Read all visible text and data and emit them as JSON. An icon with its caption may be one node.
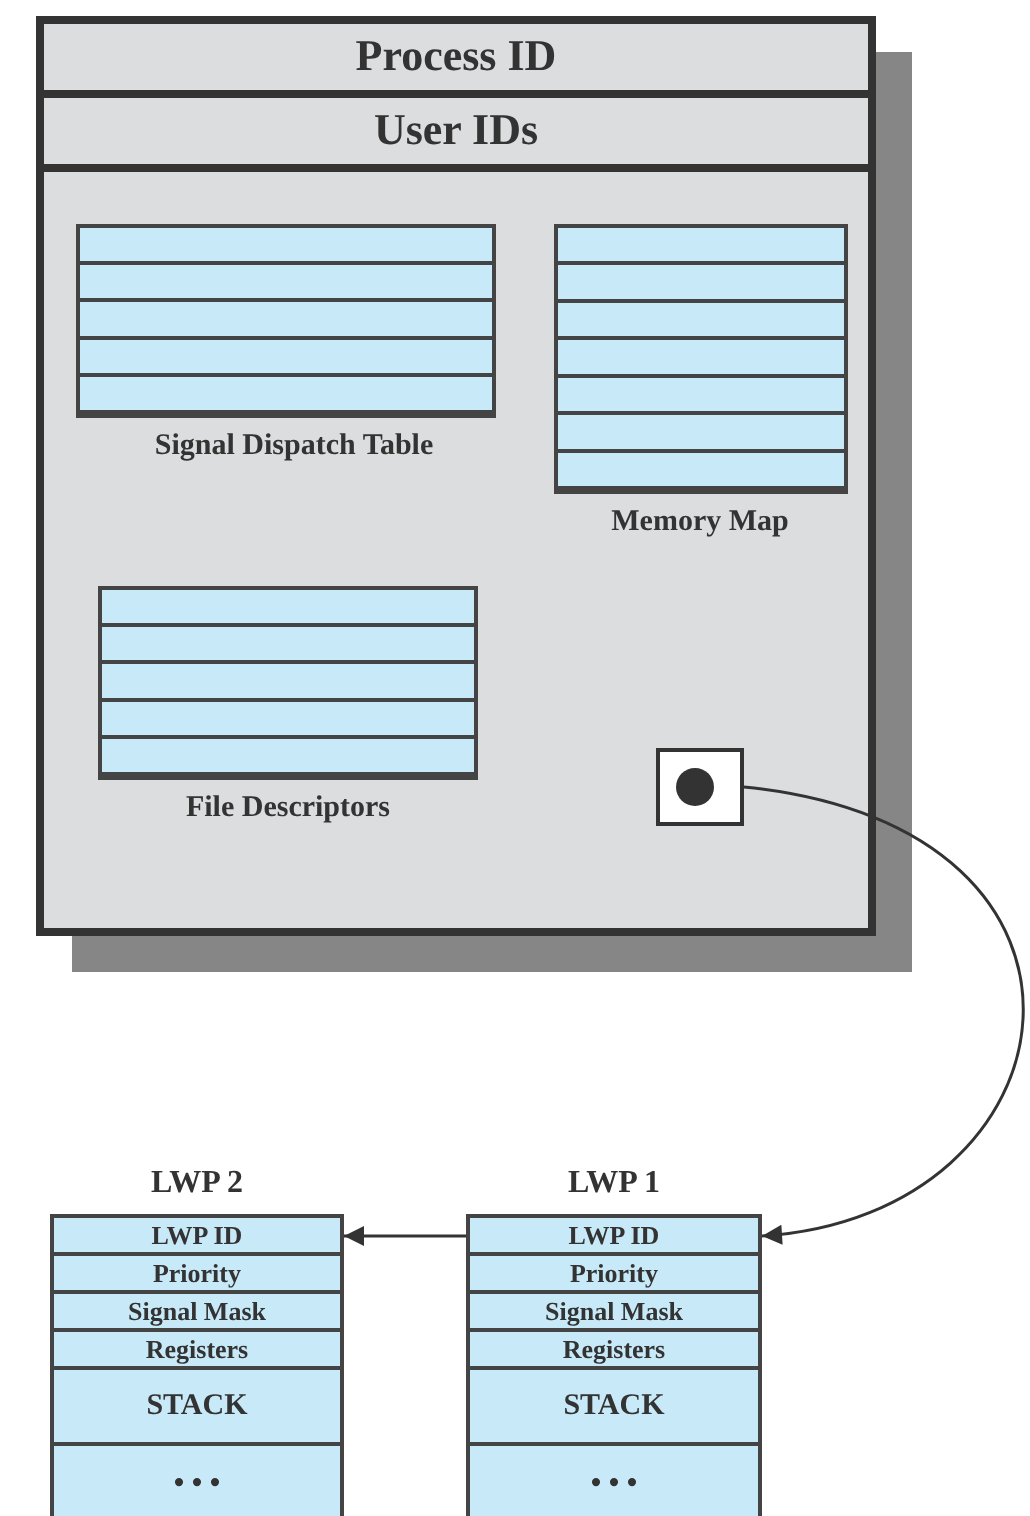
{
  "diagram": {
    "nodes": [
      {
        "text": [
          "Process ID",
          "User IDs"
        ]
      },
      {
        "text": [
          "Signal Dispatch Table"
        ],
        "in": 0
      },
      {
        "text": [
          "Memory Map"
        ],
        "in": 0
      },
      {
        "text": [
          "File Descriptors"
        ],
        "in": 0
      },
      {
        "text": [],
        "shape": "box",
        "in": 0
      },
      {
        "text": [
          "LWP 2",
          "LWP ID",
          "Priority",
          "Signal Mask",
          "Registers",
          "STACK",
          "• • •"
        ]
      },
      {
        "text": [
          "LWP 1",
          "LWP ID",
          "Priority",
          "Signal Mask",
          "Registers",
          "STACK",
          "• • •"
        ]
      }
    ],
    "edges": [
      {
        "from": 4,
        "to": 6,
        "arrow": "to"
      },
      {
        "from": 6,
        "to": 5,
        "arrow": "to"
      }
    ]
  }
}
